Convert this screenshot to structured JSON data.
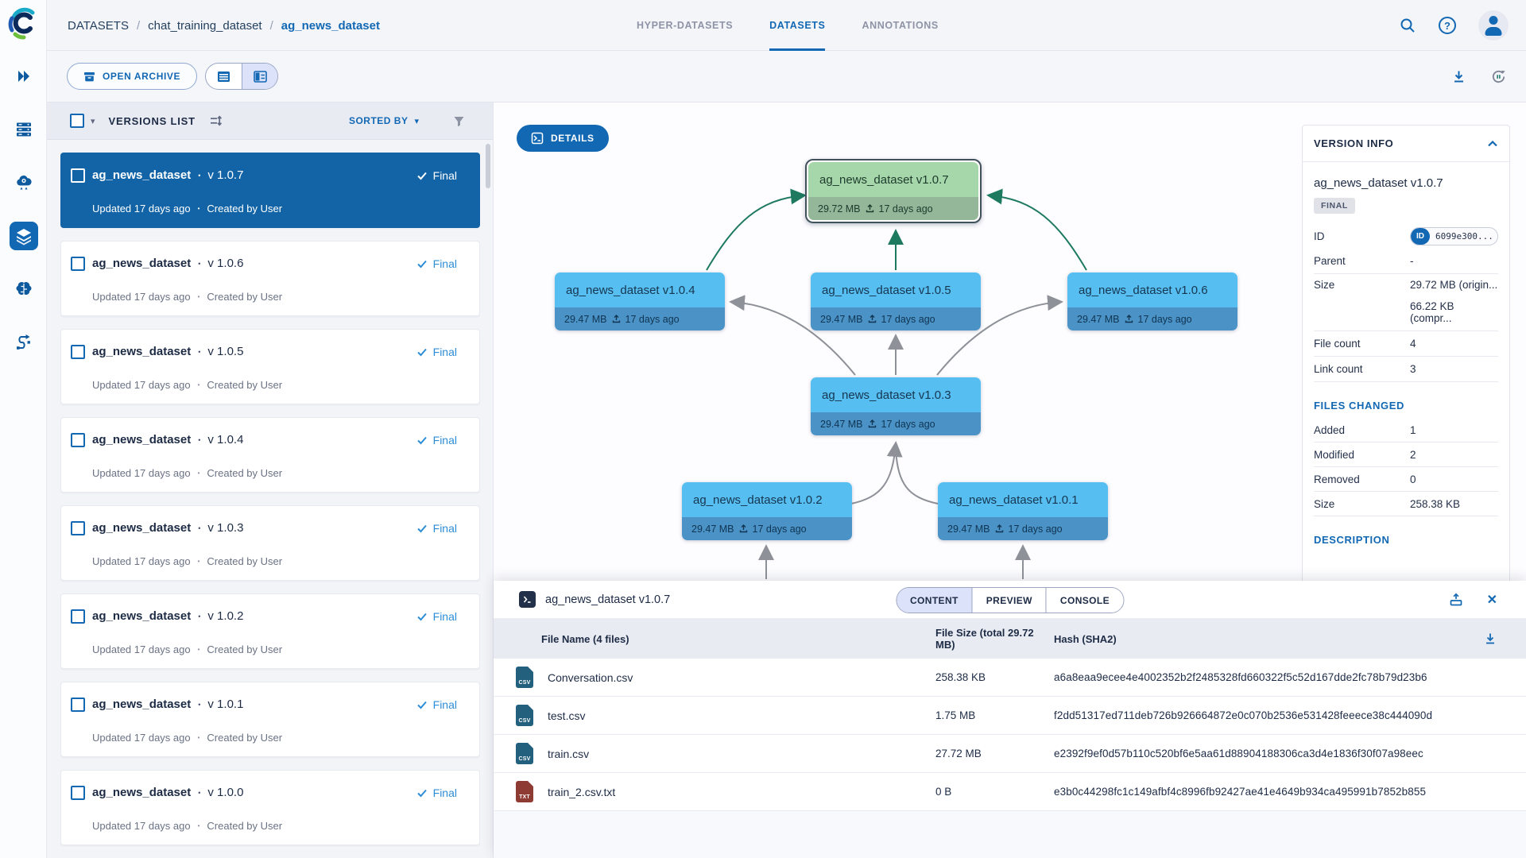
{
  "icons": {
    "caret_down": "▾",
    "slash": "/",
    "dot": "•",
    "close": "✕",
    "question": "?"
  },
  "colors": {
    "accent_blue": "#1268b3",
    "selected_card_blue": "#1264a7",
    "node_blue": "#57bef2",
    "node_blue_strip": "#4b93c6",
    "node_green": "#a6d7aa",
    "node_green_strip": "#94b79a",
    "arrow_green": "#1d7a5f",
    "arrow_gray": "#8f9199",
    "final_status_blue": "#2d8dd6"
  },
  "sidebar": {
    "items": [
      "expand-menu",
      "projects",
      "workers-services",
      "datasets",
      "models",
      "pipelines"
    ],
    "active_item": "datasets"
  },
  "header": {
    "breadcrumb": [
      {
        "label": "DATASETS"
      },
      {
        "label": "chat_training_dataset"
      },
      {
        "label": "ag_news_dataset"
      }
    ],
    "tabs": [
      {
        "label": "HYPER-DATASETS",
        "active": false
      },
      {
        "label": "DATASETS",
        "active": true
      },
      {
        "label": "ANNOTATIONS",
        "active": false
      }
    ]
  },
  "toolbar": {
    "open_archive_label": "OPEN ARCHIVE"
  },
  "versions_panel": {
    "title": "VERSIONS LIST",
    "sorted_by_label": "SORTED BY",
    "items": [
      {
        "name": "ag_news_dataset",
        "version": "v 1.0.7",
        "status": "Final",
        "updated": "Updated 17 days ago",
        "created": "Created by User",
        "selected": true
      },
      {
        "name": "ag_news_dataset",
        "version": "v 1.0.6",
        "status": "Final",
        "updated": "Updated 17 days ago",
        "created": "Created by User",
        "selected": false
      },
      {
        "name": "ag_news_dataset",
        "version": "v 1.0.5",
        "status": "Final",
        "updated": "Updated 17 days ago",
        "created": "Created by User",
        "selected": false
      },
      {
        "name": "ag_news_dataset",
        "version": "v 1.0.4",
        "status": "Final",
        "updated": "Updated 17 days ago",
        "created": "Created by User",
        "selected": false
      },
      {
        "name": "ag_news_dataset",
        "version": "v 1.0.3",
        "status": "Final",
        "updated": "Updated 17 days ago",
        "created": "Created by User",
        "selected": false
      },
      {
        "name": "ag_news_dataset",
        "version": "v 1.0.2",
        "status": "Final",
        "updated": "Updated 17 days ago",
        "created": "Created by User",
        "selected": false
      },
      {
        "name": "ag_news_dataset",
        "version": "v 1.0.1",
        "status": "Final",
        "updated": "Updated 17 days ago",
        "created": "Created by User",
        "selected": false
      },
      {
        "name": "ag_news_dataset",
        "version": "v 1.0.0",
        "status": "Final",
        "updated": "Updated 17 days ago",
        "created": "Created by User",
        "selected": false
      }
    ]
  },
  "graph": {
    "details_label": "DETAILS",
    "nodes": {
      "v107": {
        "label": "ag_news_dataset v1.0.7",
        "size": "29.72 MB",
        "date": "17 days ago",
        "selected": true
      },
      "v106": {
        "label": "ag_news_dataset v1.0.6",
        "size": "29.47 MB",
        "date": "17 days ago"
      },
      "v105": {
        "label": "ag_news_dataset v1.0.5",
        "size": "29.47 MB",
        "date": "17 days ago"
      },
      "v104": {
        "label": "ag_news_dataset v1.0.4",
        "size": "29.47 MB",
        "date": "17 days ago"
      },
      "v103": {
        "label": "ag_news_dataset v1.0.3",
        "size": "29.47 MB",
        "date": "17 days ago"
      },
      "v102": {
        "label": "ag_news_dataset v1.0.2",
        "size": "29.47 MB",
        "date": "17 days ago"
      },
      "v101": {
        "label": "ag_news_dataset v1.0.1",
        "size": "29.47 MB",
        "date": "17 days ago"
      }
    }
  },
  "version_info": {
    "title": "VERSION INFO",
    "name": "ag_news_dataset v1.0.7",
    "badge": "FINAL",
    "id_label": "ID",
    "id_chip": "ID",
    "id_value": "6099e300...",
    "parent_label": "Parent",
    "parent_value": "-",
    "size_label": "Size",
    "size_original": "29.72 MB (origin...",
    "size_compressed": "66.22 KB (compr...",
    "file_count_label": "File count",
    "file_count_value": "4",
    "link_count_label": "Link count",
    "link_count_value": "3",
    "files_changed_title": "FILES CHANGED",
    "added_label": "Added",
    "added_value": "1",
    "modified_label": "Modified",
    "modified_value": "2",
    "removed_label": "Removed",
    "removed_value": "0",
    "size2_label": "Size",
    "size2_value": "258.38 KB",
    "description_title": "DESCRIPTION"
  },
  "bottom_panel": {
    "title": "ag_news_dataset v1.0.7",
    "tabs": [
      {
        "label": "CONTENT",
        "active": true
      },
      {
        "label": "PREVIEW",
        "active": false
      },
      {
        "label": "CONSOLE",
        "active": false
      }
    ],
    "table": {
      "headers": {
        "name": "File Name (4 files)",
        "size": "File Size (total 29.72 MB)",
        "hash": "Hash (SHA2)"
      },
      "rows": [
        {
          "ext": "CSV",
          "name": "Conversation.csv",
          "size": "258.38 KB",
          "hash": "a6a8eaa9ecee4e4002352b2f2485328fd660322f5c52d167dde2fc78b79d23b6"
        },
        {
          "ext": "CSV",
          "name": "test.csv",
          "size": "1.75 MB",
          "hash": "f2dd51317ed711deb726b926664872e0c070b2536e531428feeece38c444090d"
        },
        {
          "ext": "CSV",
          "name": "train.csv",
          "size": "27.72 MB",
          "hash": "e2392f9ef0d57b110c520bf6e5aa61d88904188306ca3d4e1836f30f07a98eec"
        },
        {
          "ext": "TXT",
          "name": "train_2.csv.txt",
          "size": "0 B",
          "hash": "e3b0c44298fc1c149afbf4c8996fb92427ae41e4649b934ca495991b7852b855"
        }
      ]
    }
  }
}
